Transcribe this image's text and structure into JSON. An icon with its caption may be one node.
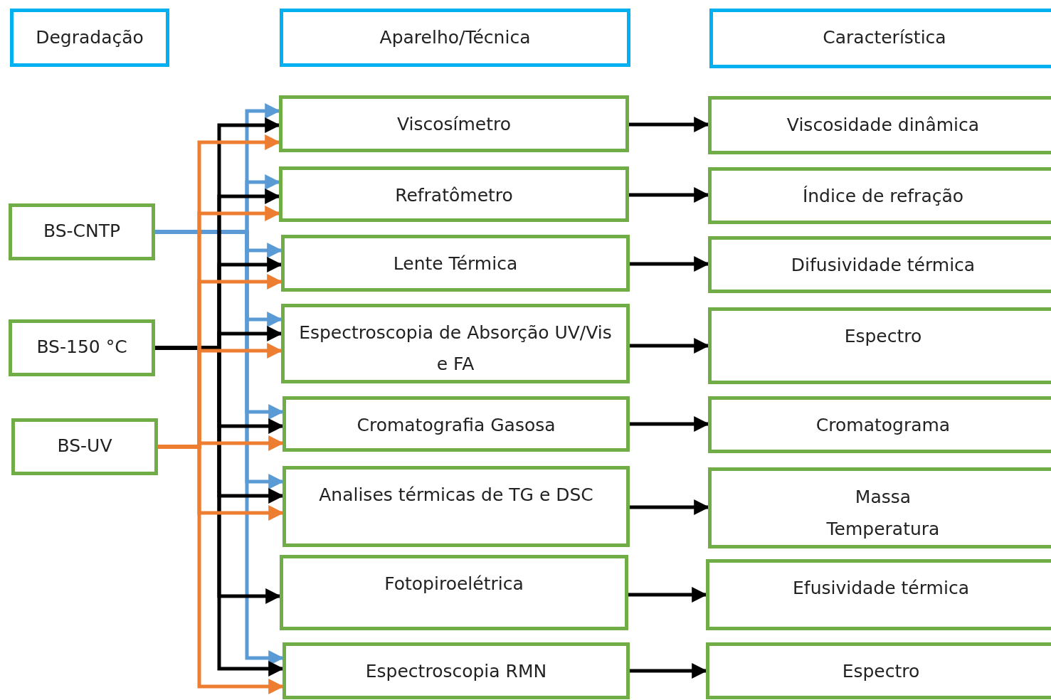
{
  "diagram": {
    "nodes": [
      {
        "text": [
          "Degradação"
        ]
      },
      {
        "text": [
          "Aparelho/Técnica"
        ]
      },
      {
        "text": [
          "Característica"
        ]
      },
      {
        "text": [
          "BS-CNTP"
        ]
      },
      {
        "text": [
          "BS-150 °C"
        ]
      },
      {
        "text": [
          "BS-UV"
        ]
      },
      {
        "text": [
          "Viscosímetro"
        ]
      },
      {
        "text": [
          "Refratômetro"
        ]
      },
      {
        "text": [
          "Lente Térmica"
        ]
      },
      {
        "text": [
          "Espectroscopia de Absorção UV/Vis e FA"
        ]
      },
      {
        "text": [
          "Cromatografia Gasosa"
        ]
      },
      {
        "text": [
          "Analises térmicas de TG e DSC"
        ]
      },
      {
        "text": [
          "Fotopiroelétrica"
        ]
      },
      {
        "text": [
          "Espectroscopia RMN"
        ]
      },
      {
        "text": [
          "Viscosidade dinâmica"
        ]
      },
      {
        "text": [
          "Índice de refração"
        ]
      },
      {
        "text": [
          "Difusividade térmica"
        ]
      },
      {
        "text": [
          "Espectro"
        ]
      },
      {
        "text": [
          "Cromatograma"
        ]
      },
      {
        "text": [
          "Massa",
          "Temperatura"
        ]
      },
      {
        "text": [
          "Efusividade térmica"
        ]
      },
      {
        "text": [
          "Espectro"
        ]
      }
    ],
    "edges": [
      {
        "from": 3,
        "to": 6,
        "arrow": "to",
        "color": "#5b9bd5"
      },
      {
        "from": 3,
        "to": 7,
        "arrow": "to",
        "color": "#5b9bd5"
      },
      {
        "from": 3,
        "to": 8,
        "arrow": "to",
        "color": "#5b9bd5"
      },
      {
        "from": 3,
        "to": 9,
        "arrow": "to",
        "color": "#5b9bd5"
      },
      {
        "from": 3,
        "to": 10,
        "arrow": "to",
        "color": "#5b9bd5"
      },
      {
        "from": 3,
        "to": 11,
        "arrow": "to",
        "color": "#5b9bd5"
      },
      {
        "from": 3,
        "to": 13,
        "arrow": "to",
        "color": "#5b9bd5"
      },
      {
        "from": 4,
        "to": 6,
        "arrow": "to"
      },
      {
        "from": 4,
        "to": 7,
        "arrow": "to"
      },
      {
        "from": 4,
        "to": 8,
        "arrow": "to"
      },
      {
        "from": 4,
        "to": 9,
        "arrow": "to"
      },
      {
        "from": 4,
        "to": 10,
        "arrow": "to"
      },
      {
        "from": 4,
        "to": 11,
        "arrow": "to"
      },
      {
        "from": 4,
        "to": 12,
        "arrow": "to"
      },
      {
        "from": 4,
        "to": 13,
        "arrow": "to"
      },
      {
        "from": 5,
        "to": 6,
        "arrow": "to",
        "color": "#ed7d31"
      },
      {
        "from": 5,
        "to": 7,
        "arrow": "to",
        "color": "#ed7d31"
      },
      {
        "from": 5,
        "to": 8,
        "arrow": "to",
        "color": "#ed7d31"
      },
      {
        "from": 5,
        "to": 9,
        "arrow": "to",
        "color": "#ed7d31"
      },
      {
        "from": 5,
        "to": 10,
        "arrow": "to",
        "color": "#ed7d31"
      },
      {
        "from": 5,
        "to": 11,
        "arrow": "to",
        "color": "#ed7d31"
      },
      {
        "from": 5,
        "to": 13,
        "arrow": "to",
        "color": "#ed7d31"
      },
      {
        "from": 6,
        "to": 14,
        "arrow": "to"
      },
      {
        "from": 7,
        "to": 15,
        "arrow": "to"
      },
      {
        "from": 8,
        "to": 16,
        "arrow": "to"
      },
      {
        "from": 9,
        "to": 17,
        "arrow": "to"
      },
      {
        "from": 10,
        "to": 18,
        "arrow": "to"
      },
      {
        "from": 11,
        "to": 19,
        "arrow": "to"
      },
      {
        "from": 12,
        "to": 20,
        "arrow": "to"
      },
      {
        "from": 13,
        "to": 21,
        "arrow": "to"
      }
    ]
  }
}
